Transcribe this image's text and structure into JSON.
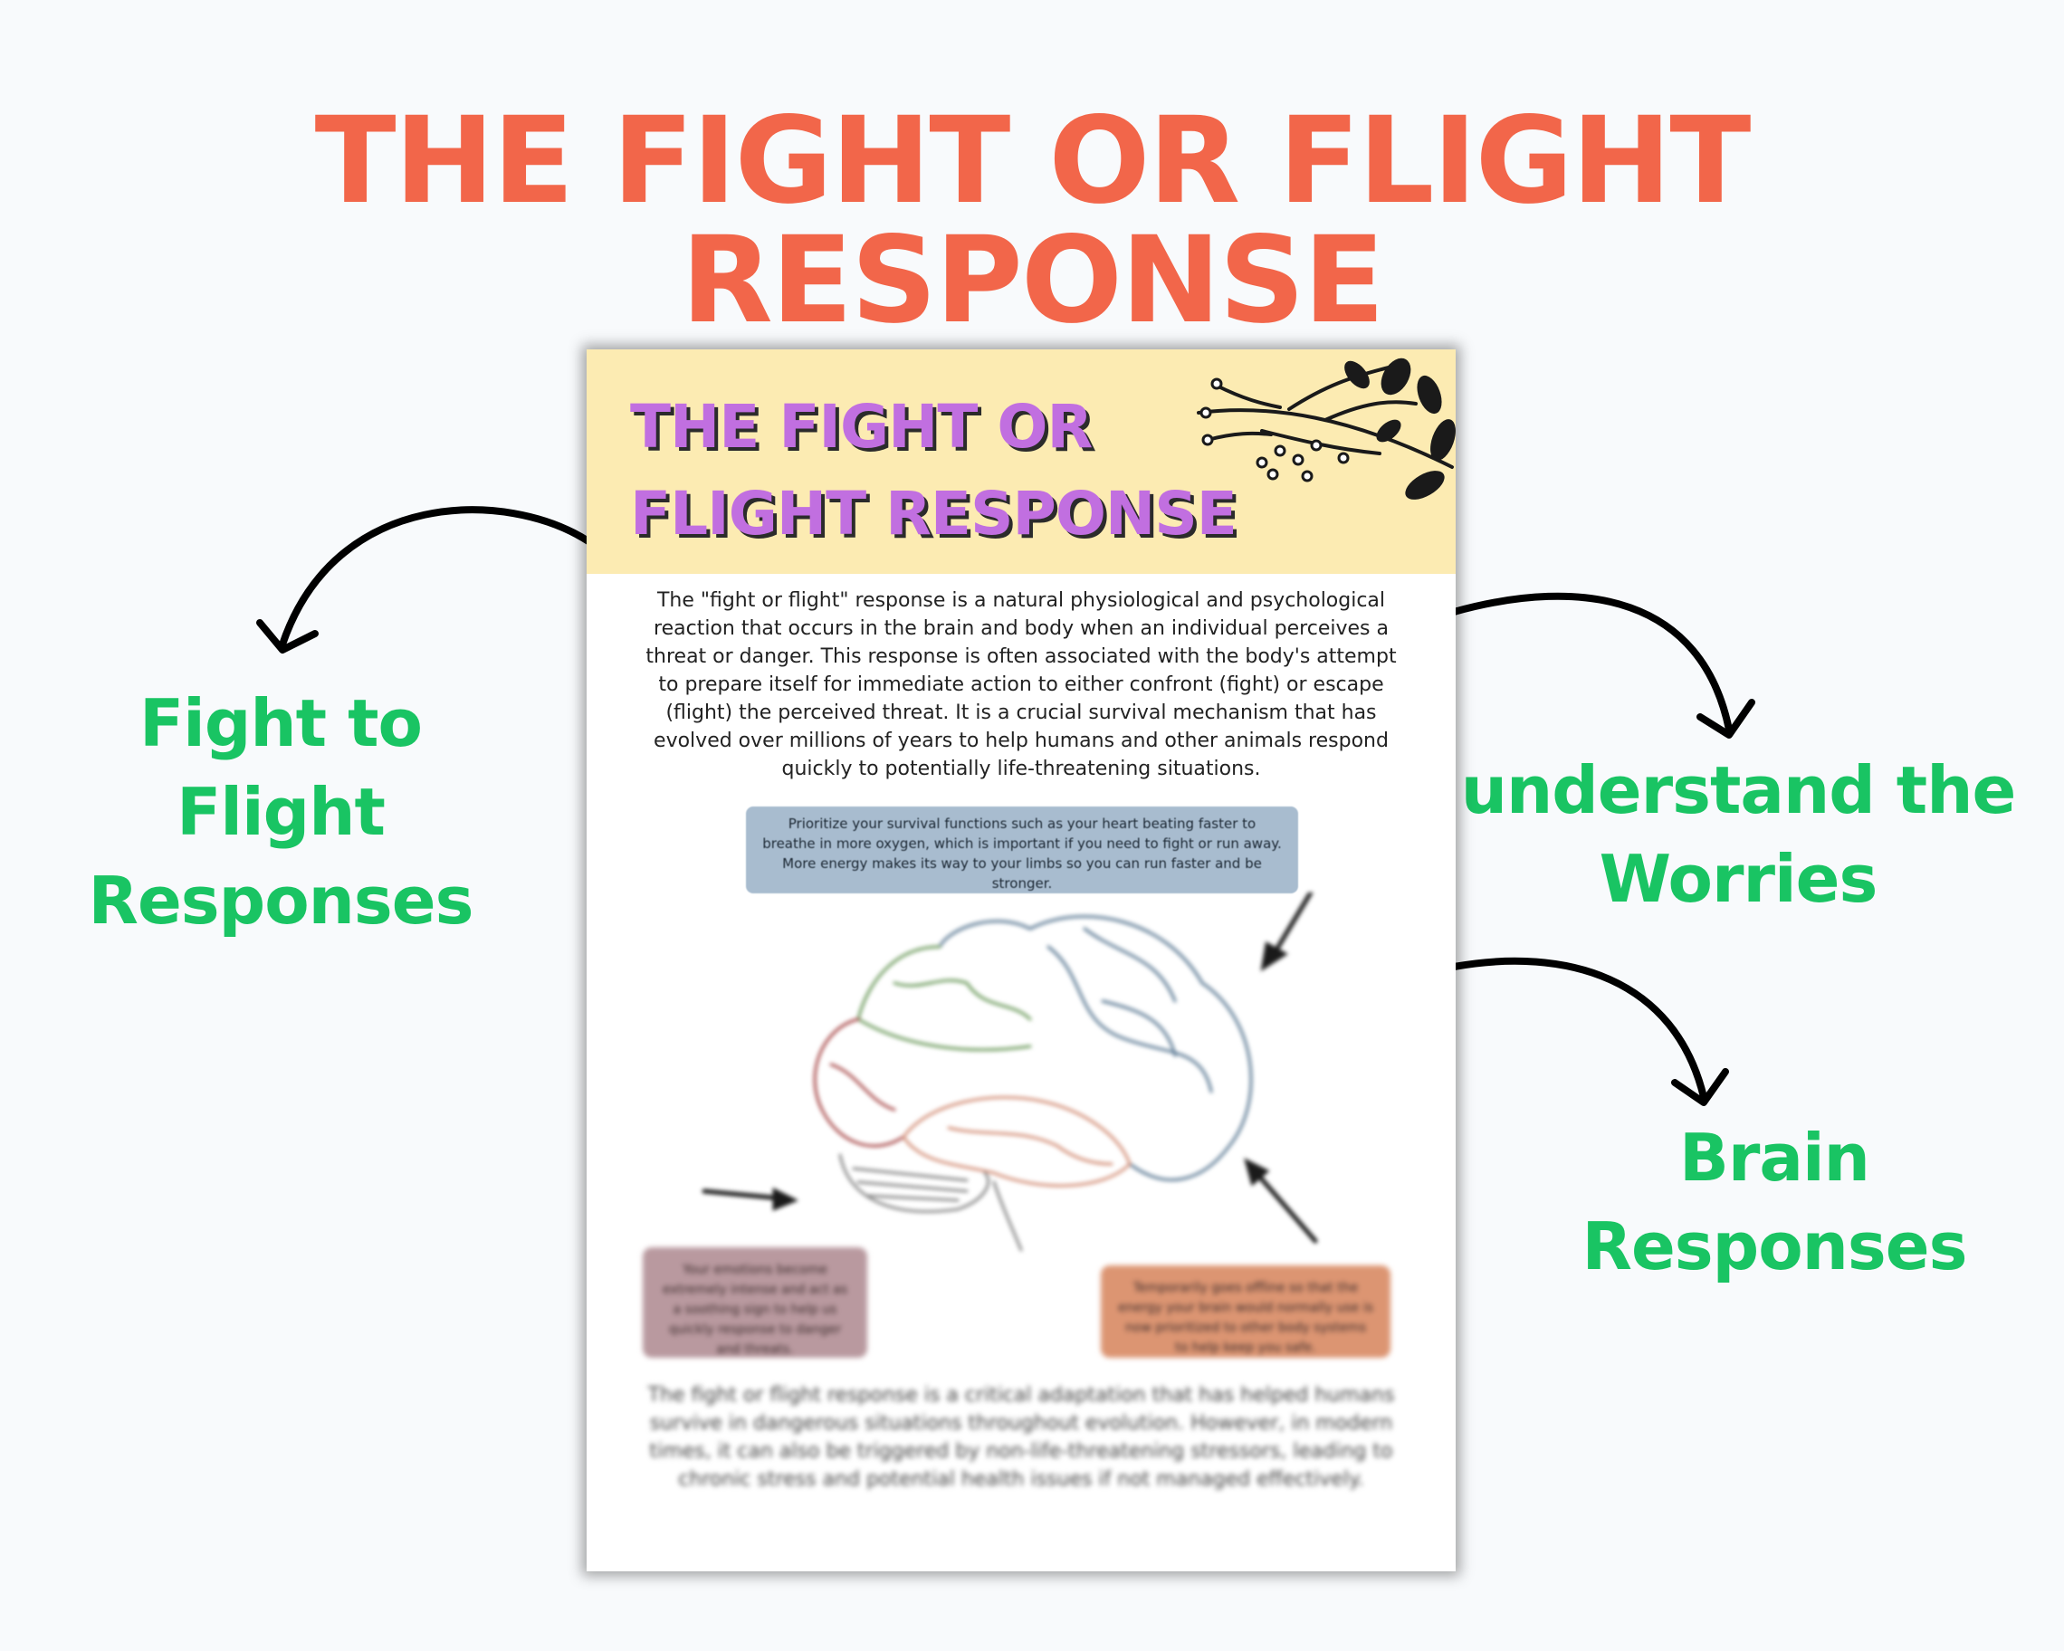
{
  "page": {
    "title": "THE FIGHT OR FLIGHT RESPONSE",
    "labels": {
      "left": [
        "Fight to Flight",
        "Responses"
      ],
      "right_top": [
        "understand the",
        "Worries"
      ],
      "right_bottom": [
        "Brain",
        "Responses"
      ]
    }
  },
  "sheet": {
    "title_lines": [
      "THE FIGHT OR",
      "FLIGHT RESPONSE"
    ],
    "intro": "The \"fight or flight\" response is a natural physiological and psychological reaction that occurs in the brain and body when an individual perceives a threat or danger. This response is often associated with the body's attempt to prepare itself for immediate action to either confront (fight) or escape (flight) the perceived threat. It is a crucial survival mechanism that has evolved over millions of years to help humans and other animals respond quickly to potentially life-threatening situations.",
    "info_box": "Prioritize your survival functions such as your heart beating faster to breathe in more oxygen, which is important if you need to fight or run away. More energy makes its way to your limbs so you can run faster and be stronger.",
    "box_left": "Your emotions become extremely intense and act as a soothing sign to help us quickly response to danger and threats.",
    "box_right": "Temporarily goes offline so that the energy your brain would normally use is now prioritized to other body systems to help keep you safe.",
    "conclusion": "The fight or flight response is a critical adaptation that has helped humans survive in dangerous situations throughout evolution. However, in modern times, it can also be triggered by non-life-threatening stressors, leading to chronic stress and potential health issues if not managed effectively."
  },
  "colors": {
    "title": "#f2664a",
    "labels": "#19c463",
    "sheet_header": "#fcebb2",
    "sheet_title": "#c16fe0",
    "info_box": "#a8bccf",
    "box_left": "#b9999f",
    "box_right": "#dc9572"
  }
}
